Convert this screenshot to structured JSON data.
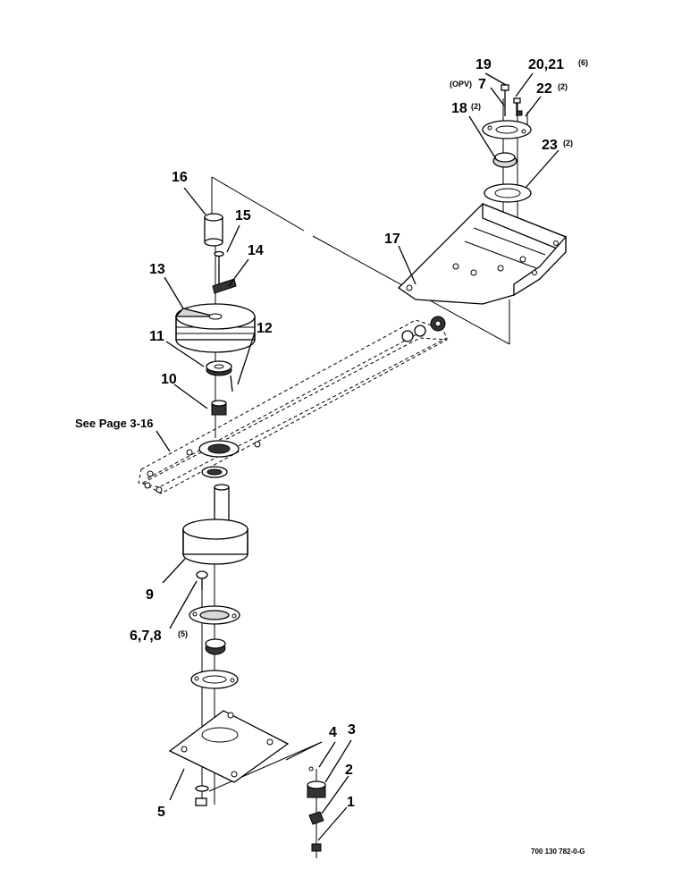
{
  "diagram": {
    "callouts": {
      "c1": "1",
      "c2": "2",
      "c3": "3",
      "c4": "4",
      "c5": "5",
      "c678": "6,7,8",
      "c678_qty": "(5)",
      "c9": "9",
      "c10": "10",
      "c11": "11",
      "c12": "12",
      "c13": "13",
      "c14": "14",
      "c15": "15",
      "c16": "16",
      "c17": "17",
      "c18": "18",
      "c18_qty": "(2)",
      "c19": "19",
      "c2021": "20,21",
      "c2021_qty": "(6)",
      "c22": "22",
      "c22_qty": "(2)",
      "c23": "23",
      "c23_qty": "(2)",
      "c7_prefix": "(OPV)",
      "c7": "7"
    },
    "see_page_note": "See Page 3-16",
    "part_number": "700 130 782-0-G"
  }
}
